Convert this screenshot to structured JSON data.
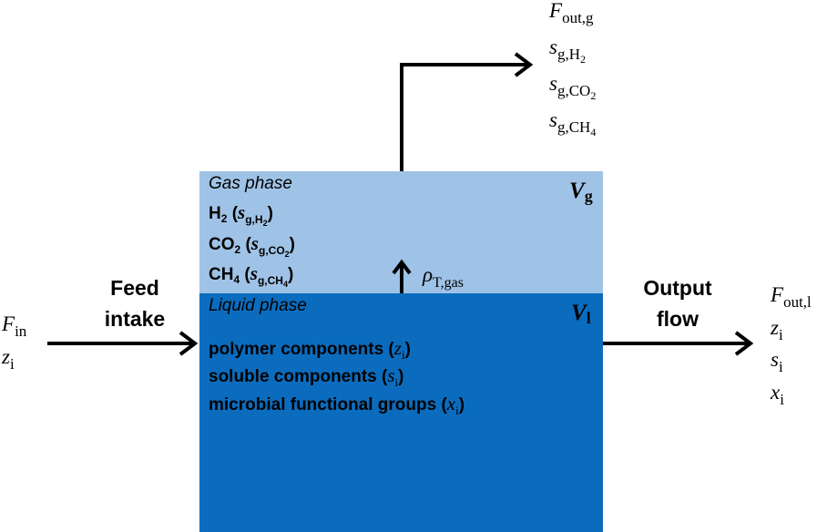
{
  "gas_phase": {
    "title": "Gas phase",
    "volume": {
      "symbol": "V",
      "sub": "g"
    },
    "items": [
      {
        "name": "H",
        "name_sub": "2",
        "var": "s",
        "var_sub": "g,H",
        "var_subsub": "2"
      },
      {
        "name": "CO",
        "name_sub": "2",
        "var": "s",
        "var_sub": "g,CO",
        "var_subsub": "2"
      },
      {
        "name": "CH",
        "name_sub": "4",
        "var": "s",
        "var_sub": "g,CH",
        "var_subsub": "4"
      }
    ],
    "transfer": {
      "symbol": "ρ",
      "sub": "T,gas"
    }
  },
  "liquid_phase": {
    "title": "Liquid phase",
    "volume": {
      "symbol": "V",
      "sub": "l"
    },
    "items": [
      {
        "label": "polymer components (",
        "var": "z",
        "var_sub": "i",
        "close": ")"
      },
      {
        "label": "soluble components (",
        "var": "s",
        "var_sub": "i",
        "close": ")"
      },
      {
        "label": "microbial functional groups (",
        "var": "x",
        "var_sub": "i",
        "close": ")"
      }
    ]
  },
  "inflow": {
    "label_line1": "Feed",
    "label_line2": "intake",
    "var1": {
      "symbol": "F",
      "sub": "in"
    },
    "var2": {
      "symbol": "z",
      "sub": "i"
    }
  },
  "outflow": {
    "label_line1": "Output",
    "label_line2": "flow",
    "vars": [
      {
        "symbol": "F",
        "sub": "out,l"
      },
      {
        "symbol": "z",
        "sub": "i"
      },
      {
        "symbol": "s",
        "sub": "i"
      },
      {
        "symbol": "x",
        "sub": "i"
      }
    ]
  },
  "gas_outflow": {
    "vars": [
      {
        "symbol": "F",
        "sub": "out,g",
        "subsub": ""
      },
      {
        "symbol": "s",
        "sub": "g,H",
        "subsub": "2"
      },
      {
        "symbol": "s",
        "sub": "g,CO",
        "subsub": "2"
      },
      {
        "symbol": "s",
        "sub": "g,CH",
        "subsub": "4"
      }
    ]
  },
  "colors": {
    "gas_phase": "#9fc3e6",
    "liquid_phase": "#0b6cbe",
    "arrows": "#000000"
  }
}
